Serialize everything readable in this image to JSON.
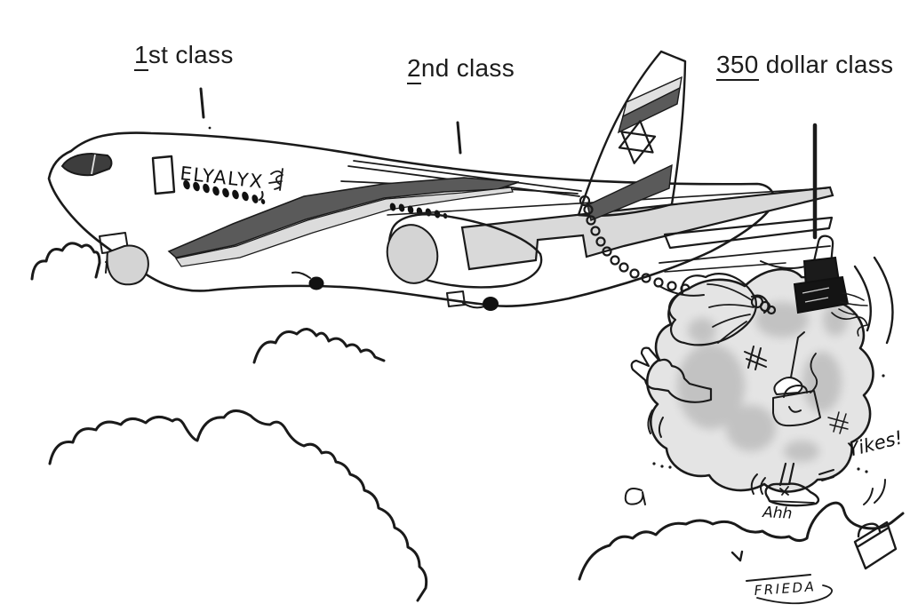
{
  "title": "Airline baggage cartoon",
  "labels": {
    "first_class": {
      "underlined": "1",
      "rest": "st class"
    },
    "second_class": {
      "underlined": "2",
      "rest": "nd class"
    },
    "dollar_class": {
      "underlined": "350",
      "rest": " dollar class"
    }
  },
  "plane": {
    "airline_text": "ELYALYX",
    "tail_emblem": "star-of-david"
  },
  "handwritten": {
    "yikes": "Yikes!",
    "ahh": "Ahh",
    "signature": "FRIEDA"
  },
  "colors": {
    "ink": "#1a1a1a",
    "dark_gray": "#5a5a5a",
    "light_gray": "#d9d9d9",
    "pale_gray": "#e0e0e0",
    "sack_gray": "#e4e4e4",
    "smudge_gray": "#9a9a9a",
    "hat_black": "#141414",
    "cockpit_gray": "#3d3d3d"
  }
}
